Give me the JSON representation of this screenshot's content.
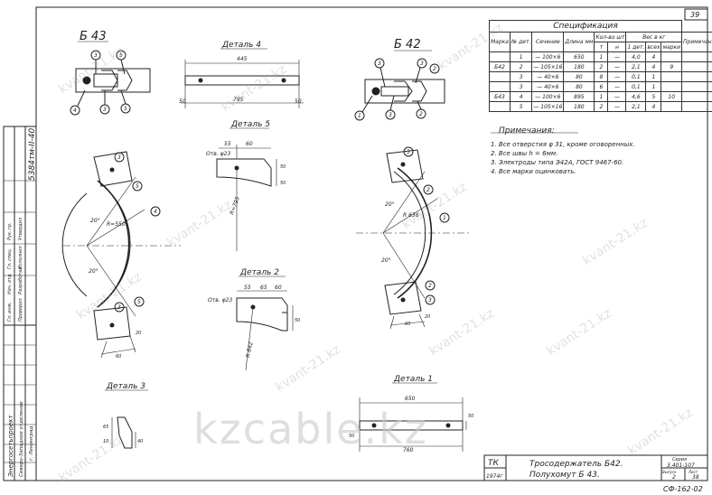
{
  "sheet_number": "39",
  "sheet_code": "СФ-162-02",
  "left_strip_code": "5384тм-II-40",
  "views": {
    "b43": "Б 43",
    "b42": "Б 42",
    "detail1": "Деталь 1",
    "detail2": "Деталь 2",
    "detail3": "Деталь 3",
    "detail4": "Деталь 4",
    "detail5": "Деталь 5"
  },
  "callouts": [
    "1",
    "2",
    "3",
    "4",
    "5"
  ],
  "dims": {
    "d4_top": "445",
    "d4_bottom": "795",
    "d4_left": "50",
    "d4_right": "50",
    "d5_w1": "55",
    "d5_w2": "60",
    "d5_hole": "Отв. φ23",
    "d5_r": "R=795",
    "d5_s1": "50",
    "d5_s2": "50",
    "d2_hole": "Отв. φ23",
    "d2_w1": "55",
    "d2_w2": "65",
    "d2_w3": "60",
    "d2_r": "R 842",
    "d2_s1": "50",
    "d1_top": "650",
    "d1_bottom": "760",
    "d1_s1": "50",
    "d1_s2": "50",
    "d3_a": "65",
    "d3_b": "10",
    "d3_c": "40",
    "b43_angle1": "20°",
    "b43_angle2": "20°",
    "b43_radius": "R=550",
    "b43_a": "60",
    "b43_b": "20",
    "b42_angle1": "20°",
    "b42_angle2": "20°",
    "b42_radius": "R 636",
    "b42_a": "60",
    "b42_b": "20"
  },
  "spec": {
    "title": "Спецификация",
    "headers": {
      "mark": "Марка",
      "pos": "№ дет.",
      "section": "Сечение",
      "length": "Длина мм",
      "qty": "Кол-во шт",
      "qty_t": "т",
      "qty_n": "н",
      "weight": "Вес в кг",
      "w1": "1 дет.",
      "w2": "всех",
      "w3": "марки",
      "note": "Примечание"
    },
    "rows": [
      {
        "mark": "",
        "pos": "1",
        "section": "— 100×6",
        "length": "650",
        "t": "1",
        "n": "—",
        "w1": "4,0",
        "w2": "4",
        "w3": ""
      },
      {
        "mark": "Б42",
        "pos": "2",
        "section": "— 105×16",
        "length": "180",
        "t": "2",
        "n": "—",
        "w1": "2,1",
        "w2": "4",
        "w3": "9"
      },
      {
        "mark": "",
        "pos": "3",
        "section": "— 40×6",
        "length": "80",
        "t": "8",
        "n": "—",
        "w1": "0,1",
        "w2": "1",
        "w3": ""
      },
      {
        "mark": "",
        "pos": "3",
        "section": "— 40×6",
        "length": "80",
        "t": "6",
        "n": "—",
        "w1": "0,1",
        "w2": "1",
        "w3": ""
      },
      {
        "mark": "Б43",
        "pos": "4",
        "section": "— 100×6",
        "length": "895",
        "t": "1",
        "n": "—",
        "w1": "4,6",
        "w2": "5",
        "w3": "10"
      },
      {
        "mark": "",
        "pos": "5",
        "section": "— 105×16",
        "length": "180",
        "t": "2",
        "n": "—",
        "w1": "2,1",
        "w2": "4",
        "w3": ""
      }
    ]
  },
  "notes": {
    "title": "Примечания:",
    "items": [
      "1. Все отверстия   φ 31, кроме оговоренных.",
      "2. Все швы   h = 6мм.",
      "3. Электроды типа Э42А, ГОСТ 9467-60.",
      "4. Все марки оцинковать."
    ]
  },
  "title_block": {
    "tk": "ТК",
    "year": "1974г",
    "name1": "Тросодержатель Б42.",
    "name2": "Полухомут  Б 43.",
    "series_label": "Серия",
    "series": "3.401-107",
    "issue_label": "Выпуск",
    "issue": "2",
    "sheet_label": "Лист",
    "sheet": "38"
  },
  "left_strip": {
    "org": "Энергосетьпроект",
    "dept": "Северо-Западное отделение",
    "city": "г. Ленинград",
    "roles": [
      "Гл. инж.",
      "Нач. отд.",
      "Гл. спец.",
      "Рук. гр.",
      "Проверил",
      "Разработал",
      "Исполнил",
      "Утвердил"
    ]
  },
  "watermarks": [
    "kvant-21.kz",
    "kvant-21.kz",
    "kvant-21.kz",
    "kvant-21.kz",
    "kvant-21.kz",
    "kvant-21.kz",
    "kvant-21.kz",
    "kvant-21.kz",
    "kvant-21.kz",
    "kvant-21.kz",
    "kvant-21.kz",
    "kvant-21.kz"
  ],
  "big_watermark": "kzcable.kz"
}
